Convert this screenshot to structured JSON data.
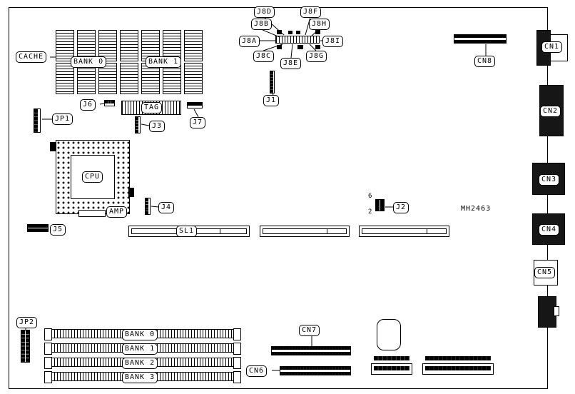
{
  "diagram": {
    "part_number": "MH2463",
    "cache": {
      "label": "CACHE",
      "bank0": "BANK 0",
      "bank1": "BANK 1",
      "tag": "TAG"
    },
    "cpu": {
      "label": "CPU",
      "amp": "AMP"
    },
    "jumpers": {
      "jp1": "JP1",
      "jp2": "JP2",
      "j1": "J1",
      "j2": "J2",
      "j3": "J3",
      "j4": "J4",
      "j5": "J5",
      "j6": "J6",
      "j7": "J7",
      "j2_pin_top": "6",
      "j2_pin_bottom": "2"
    },
    "j8": {
      "a": "J8A",
      "b": "J8B",
      "c": "J8C",
      "d": "J8D",
      "e": "J8E",
      "f": "J8F",
      "g": "J8G",
      "h": "J8H",
      "i": "J8I"
    },
    "connectors": {
      "cn1": "CN1",
      "cn2": "CN2",
      "cn3": "CN3",
      "cn4": "CN4",
      "cn5": "CN5",
      "cn6": "CN6",
      "cn7": "CN7",
      "cn8": "CN8"
    },
    "slots": {
      "sl1": "SL1"
    },
    "simm": {
      "bank0": "BANK 0",
      "bank1": "BANK 1",
      "bank2": "BANK 2",
      "bank3": "BANK 3"
    },
    "colors": {
      "line": "#000000",
      "background": "#ffffff",
      "connector_dark": "#161616"
    }
  }
}
